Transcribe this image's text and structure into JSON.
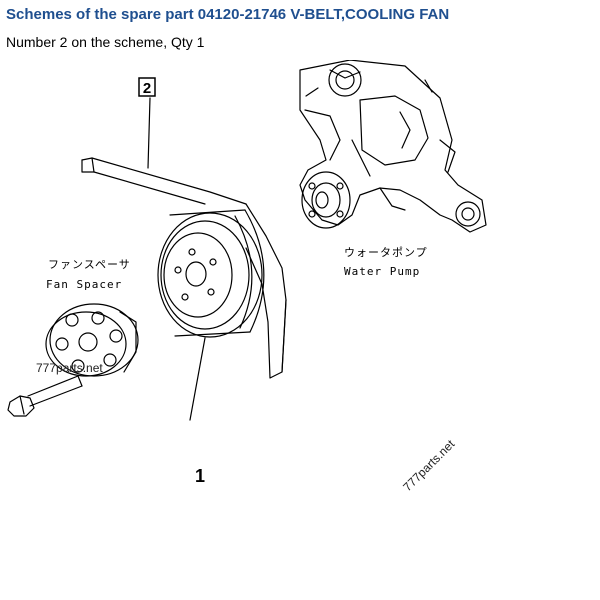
{
  "header": {
    "title": "Schemes of the spare part 04120-21746 V-BELT,COOLING FAN",
    "subtitle": "Number 2 on the scheme, Qty 1"
  },
  "diagram": {
    "callouts": {
      "belt": "2",
      "pulley": "1"
    },
    "labels": {
      "water_pump_ja": "ウォータポンプ",
      "water_pump_en": "Water Pump",
      "fan_spacer_ja": "ファンスペーサ",
      "fan_spacer_en": "Fan Spacer"
    },
    "watermarks": [
      "777parts.net",
      "777parts.net"
    ]
  },
  "colors": {
    "title": "#1f4f8f",
    "line": "#000000"
  }
}
